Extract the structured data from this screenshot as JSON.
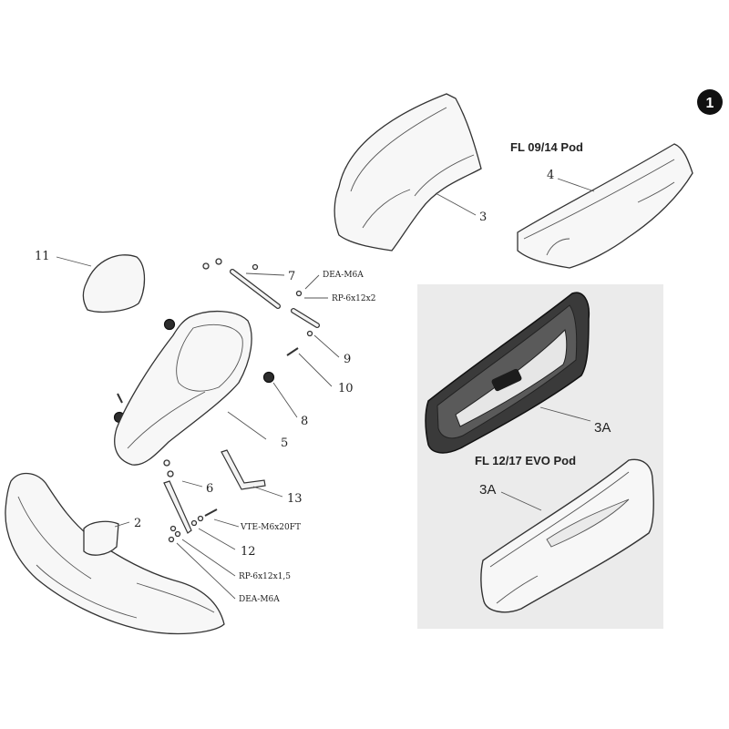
{
  "page_number": "1",
  "headings": {
    "fl_0914": "FL 09/14 Pod",
    "fl_1217": "FL 12/17 EVO Pod"
  },
  "callouts": {
    "n2": "2",
    "n3": "3",
    "n4": "4",
    "n5": "5",
    "n6": "6",
    "n7": "7",
    "n8": "8",
    "n9": "9",
    "n10": "10",
    "n11": "11",
    "n12": "12",
    "n13": "13",
    "n3a_top": "3A",
    "n3a_bottom": "3A"
  },
  "hardware": {
    "dea_top": "DEA-M6A",
    "rp_top": "RP-6x12x2",
    "vte": "VTE-M6x20FT",
    "rp_bottom": "RP-6x12x1,5",
    "dea_bottom": "DEA-M6A"
  }
}
